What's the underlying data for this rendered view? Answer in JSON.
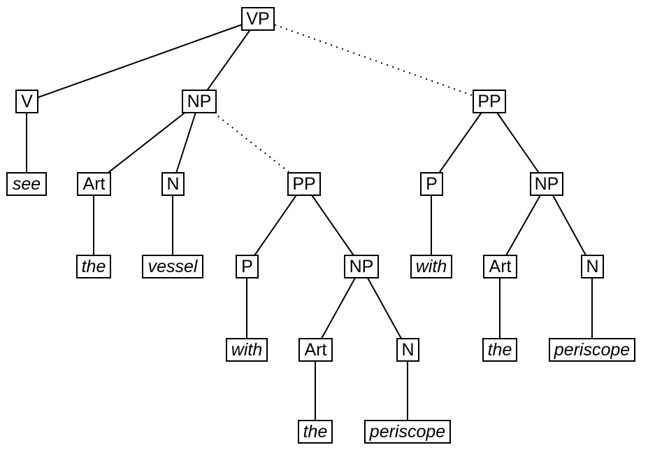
{
  "diagram": {
    "type": "syntax-parse-tree",
    "colors": {
      "background": "#ffffff",
      "node_border": "#000000",
      "edge": "#000000",
      "text": "#000000"
    },
    "nodes": [
      {
        "id": "vp",
        "label": "VP",
        "kind": "nonterminal"
      },
      {
        "id": "v",
        "label": "V",
        "kind": "nonterminal"
      },
      {
        "id": "np-obj",
        "label": "NP",
        "kind": "nonterminal"
      },
      {
        "id": "pp-vp",
        "label": "PP",
        "kind": "nonterminal"
      },
      {
        "id": "see",
        "label": "see",
        "kind": "terminal"
      },
      {
        "id": "art-obj",
        "label": "Art",
        "kind": "nonterminal"
      },
      {
        "id": "n-obj",
        "label": "N",
        "kind": "nonterminal"
      },
      {
        "id": "pp-np",
        "label": "PP",
        "kind": "nonterminal"
      },
      {
        "id": "p-vp",
        "label": "P",
        "kind": "nonterminal"
      },
      {
        "id": "np-vp",
        "label": "NP",
        "kind": "nonterminal"
      },
      {
        "id": "the-obj",
        "label": "the",
        "kind": "terminal"
      },
      {
        "id": "vessel",
        "label": "vessel",
        "kind": "terminal"
      },
      {
        "id": "p-np",
        "label": "P",
        "kind": "nonterminal"
      },
      {
        "id": "np-np",
        "label": "NP",
        "kind": "nonterminal"
      },
      {
        "id": "with-vp",
        "label": "with",
        "kind": "terminal"
      },
      {
        "id": "art-vp",
        "label": "Art",
        "kind": "nonterminal"
      },
      {
        "id": "n-vp",
        "label": "N",
        "kind": "nonterminal"
      },
      {
        "id": "with-np",
        "label": "with",
        "kind": "terminal"
      },
      {
        "id": "art-np",
        "label": "Art",
        "kind": "nonterminal"
      },
      {
        "id": "n-np",
        "label": "N",
        "kind": "nonterminal"
      },
      {
        "id": "the-vp",
        "label": "the",
        "kind": "terminal"
      },
      {
        "id": "periscope-vp",
        "label": "periscope",
        "kind": "terminal"
      },
      {
        "id": "the-np",
        "label": "the",
        "kind": "terminal"
      },
      {
        "id": "periscope-np",
        "label": "periscope",
        "kind": "terminal"
      }
    ],
    "edges": [
      {
        "from": "vp",
        "to": "v",
        "style": "solid"
      },
      {
        "from": "vp",
        "to": "np-obj",
        "style": "solid"
      },
      {
        "from": "vp",
        "to": "pp-vp",
        "style": "dotted"
      },
      {
        "from": "v",
        "to": "see",
        "style": "solid"
      },
      {
        "from": "np-obj",
        "to": "art-obj",
        "style": "solid"
      },
      {
        "from": "np-obj",
        "to": "n-obj",
        "style": "solid"
      },
      {
        "from": "np-obj",
        "to": "pp-np",
        "style": "dotted"
      },
      {
        "from": "art-obj",
        "to": "the-obj",
        "style": "solid"
      },
      {
        "from": "n-obj",
        "to": "vessel",
        "style": "solid"
      },
      {
        "from": "pp-np",
        "to": "p-np",
        "style": "solid"
      },
      {
        "from": "pp-np",
        "to": "np-np",
        "style": "solid"
      },
      {
        "from": "p-np",
        "to": "with-np",
        "style": "solid"
      },
      {
        "from": "np-np",
        "to": "art-np",
        "style": "solid"
      },
      {
        "from": "np-np",
        "to": "n-np",
        "style": "solid"
      },
      {
        "from": "art-np",
        "to": "the-np",
        "style": "solid"
      },
      {
        "from": "n-np",
        "to": "periscope-np",
        "style": "solid"
      },
      {
        "from": "pp-vp",
        "to": "p-vp",
        "style": "solid"
      },
      {
        "from": "pp-vp",
        "to": "np-vp",
        "style": "solid"
      },
      {
        "from": "p-vp",
        "to": "with-vp",
        "style": "solid"
      },
      {
        "from": "np-vp",
        "to": "art-vp",
        "style": "solid"
      },
      {
        "from": "np-vp",
        "to": "n-vp",
        "style": "solid"
      },
      {
        "from": "art-vp",
        "to": "the-vp",
        "style": "solid"
      },
      {
        "from": "n-vp",
        "to": "periscope-vp",
        "style": "solid"
      }
    ]
  }
}
